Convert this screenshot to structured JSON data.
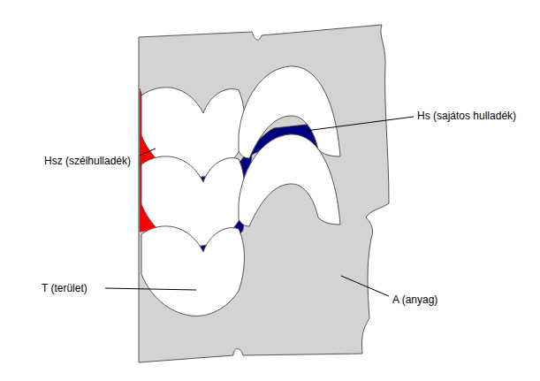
{
  "diagram": {
    "labels": [
      "Hsz (szélhulladék)",
      "Hs (sajátos hulladék)",
      "T (terület)",
      "A (anyag)"
    ]
  }
}
